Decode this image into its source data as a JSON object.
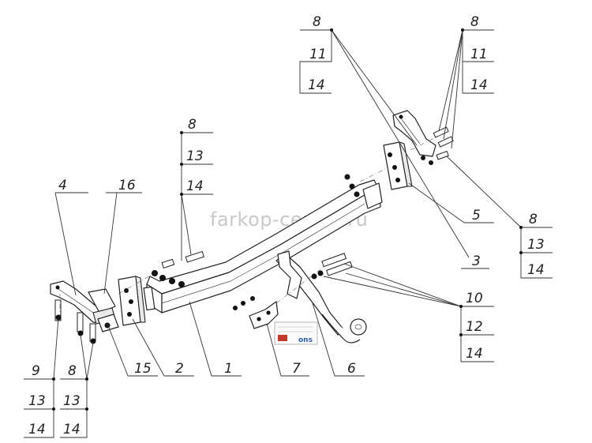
{
  "watermark": "farkop-center.ru",
  "plate_text": "ons",
  "callouts": {
    "top_center": [
      "8",
      "11",
      "14"
    ],
    "top_right": [
      "8",
      "11",
      "14"
    ],
    "mid_left": [
      "8",
      "13",
      "14"
    ],
    "right_mid": [
      "8",
      "13",
      "14"
    ],
    "right_low": [
      "10",
      "12",
      "14"
    ],
    "bottom_left_a": [
      "9",
      "13",
      "14"
    ],
    "bottom_left_b": [
      "8",
      "13",
      "14"
    ]
  },
  "part_labels": {
    "p4": "4",
    "p16": "16",
    "p15": "15",
    "p2": "2",
    "p1": "1",
    "p7": "7",
    "p6": "6",
    "p3": "3",
    "p5": "5"
  }
}
